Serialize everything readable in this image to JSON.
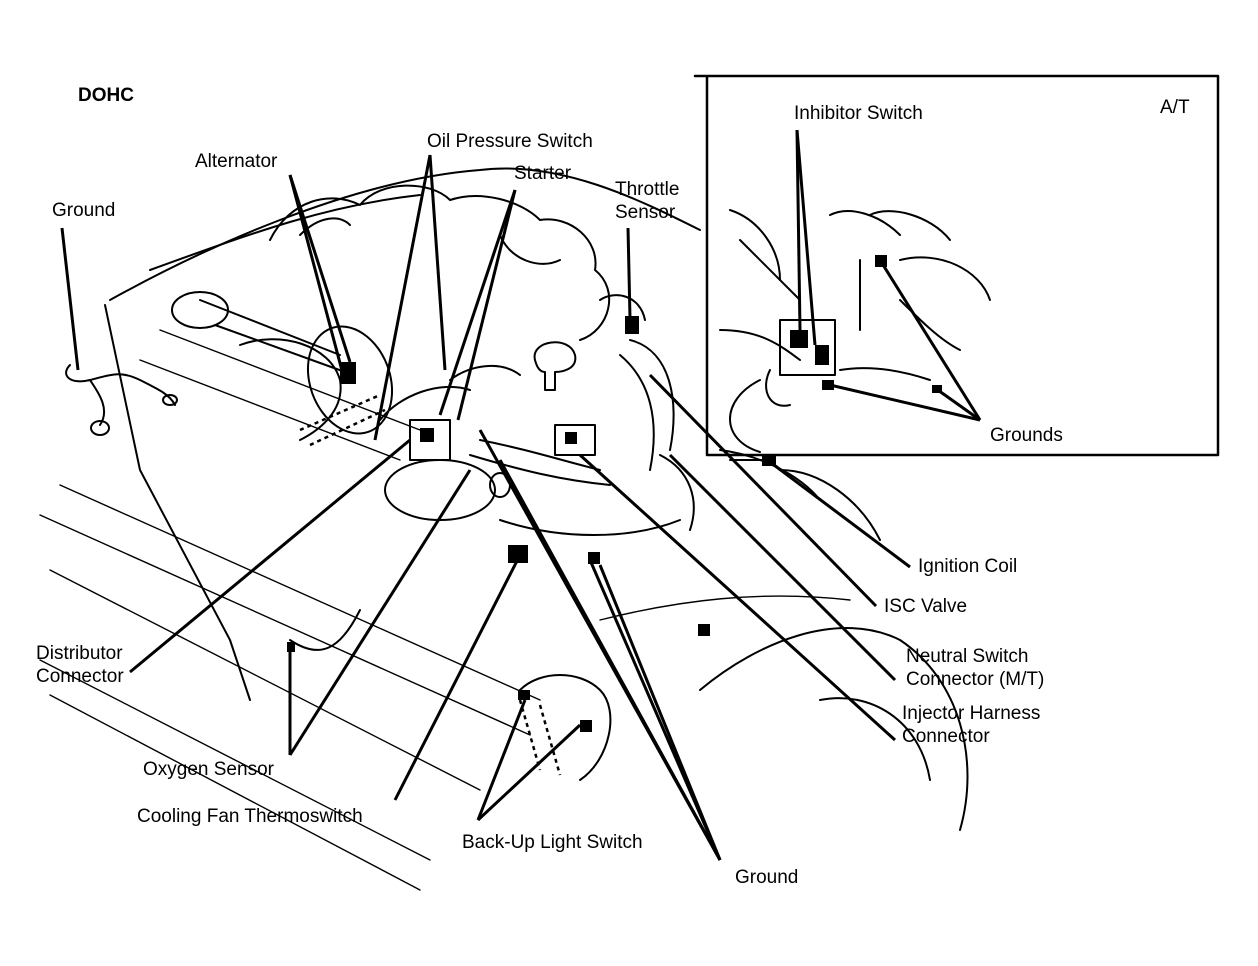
{
  "diagram": {
    "title": "DOHC",
    "inset_title": "A/T",
    "labels": {
      "ground_left": "Ground",
      "alternator": "Alternator",
      "oil_pressure_switch": "Oil Pressure Switch",
      "starter": "Starter",
      "throttle_sensor": [
        "Throttle",
        "Sensor"
      ],
      "inhibitor_switch": "Inhibitor Switch",
      "grounds": "Grounds",
      "ignition_coil": "Ignition Coil",
      "isc_valve": "ISC Valve",
      "neutral_switch_connector": [
        "Neutral Switch",
        "Connector (M/T)"
      ],
      "injector_harness_connector": [
        "Injector Harness",
        "Connector"
      ],
      "distributor_connector": [
        "Distributor",
        "Connector"
      ],
      "oxygen_sensor": "Oxygen Sensor",
      "cooling_fan_thermoswitch": "Cooling Fan Thermoswitch",
      "back_up_light_switch": "Back-Up Light Switch",
      "ground_bottom": "Ground"
    }
  }
}
